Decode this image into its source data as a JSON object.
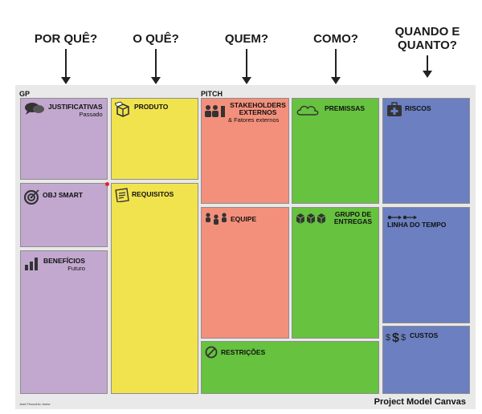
{
  "questions": [
    {
      "label": "POR QUÊ?"
    },
    {
      "label": "O QUÊ?"
    },
    {
      "label": "QUEM?"
    },
    {
      "label": "COMO?"
    },
    {
      "label": "QUANDO E QUANTO?"
    }
  ],
  "board": {
    "gp_label": "GP",
    "pitch_label": "PITCH",
    "footer_author": "José Finocchio Junior",
    "footer_title": "Project Model Canvas"
  },
  "cells": {
    "justificativas": {
      "title": "JUSTIFICATIVAS",
      "sub": "Passado",
      "icon": "speech-bubbles-icon"
    },
    "obj_smart": {
      "title": "OBJ SMART",
      "icon": "target-icon"
    },
    "beneficios": {
      "title": "BENEFÍCIOS",
      "sub": "Futuro",
      "icon": "bar-chart-icon"
    },
    "produto": {
      "title": "PRODUTO",
      "icon": "box-icon"
    },
    "requisitos": {
      "title": "REQUISITOS",
      "icon": "checklist-icon"
    },
    "stakeholders": {
      "title": "STAKEHOLDERS EXTERNOS",
      "sub": "& Fatores externos",
      "icon": "people-icon"
    },
    "equipe": {
      "title": "EQUIPE",
      "icon": "team-icon"
    },
    "restricoes": {
      "title": "RESTRIÇÕES",
      "icon": "no-entry-icon"
    },
    "premissas": {
      "title": "PREMISSAS",
      "icon": "cloud-icon"
    },
    "entregas": {
      "title": "GRUPO DE ENTREGAS",
      "icon": "cubes-icon"
    },
    "riscos": {
      "title": "RISCOS",
      "icon": "first-aid-icon"
    },
    "linha_tempo": {
      "title": "LINHA DO TEMPO",
      "icon": "timeline-icon"
    },
    "custos": {
      "title": "CUSTOS",
      "icon": "dollar-icon"
    }
  },
  "colors": {
    "purple": "#c2a8cf",
    "yellow": "#f1e34d",
    "salmon": "#f3907c",
    "green": "#66c23f",
    "blue": "#6b7fc1"
  }
}
